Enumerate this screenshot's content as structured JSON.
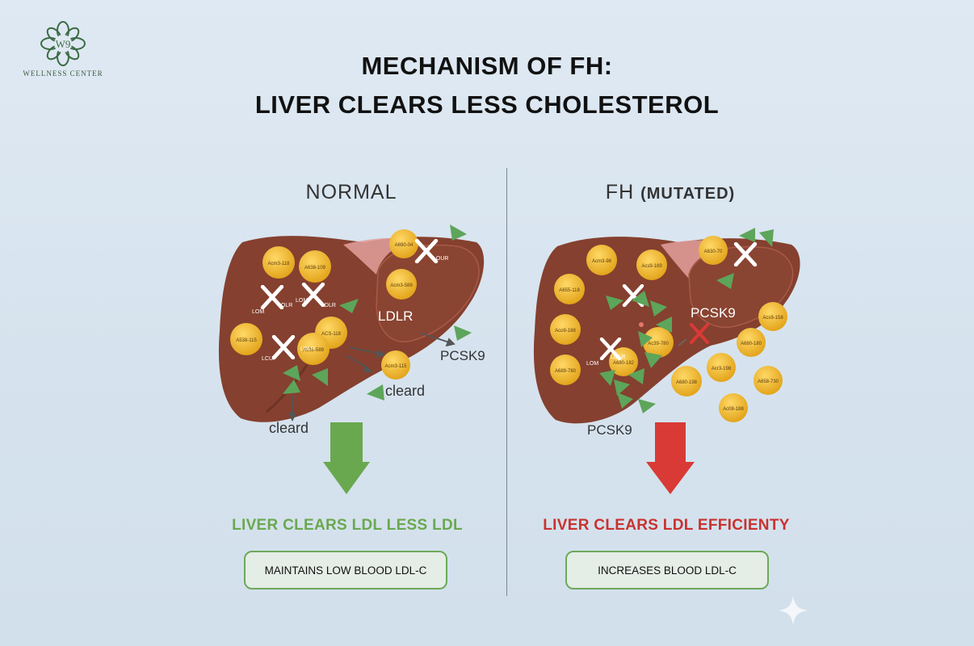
{
  "logo": {
    "mark": "W9",
    "text": "WELLNESS CENTER"
  },
  "title": {
    "line1": "MECHANISM OF FH:",
    "line2": "LIVER CLEARS LESS CHOLESTEROL"
  },
  "normal": {
    "heading": "NORMAL",
    "labels": {
      "ldlr": "LDLR",
      "pcsk9": "PCSK9",
      "cleard_right": "cleard",
      "cleard_bottom": "cleard"
    },
    "receptor_labels": [
      "LOM",
      "LOLR",
      "LOMI",
      "LDLR",
      "LCUP",
      "LDLR",
      "LOUR"
    ],
    "particles": [
      "Acm3-118",
      "A638-109",
      "Acm3-589",
      "A538-115",
      "ACS-118",
      "A638-589",
      "A690-04",
      "Acm3-115"
    ],
    "result": "LIVER CLEARS LDL LESS LDL",
    "box": "MAINTAINS LOW BLOOD LDL-C",
    "arrow_color": "#6aa84f",
    "result_color": "#6aa84f"
  },
  "fh": {
    "heading": "FH",
    "heading_suffix": "(MUTATED)",
    "labels": {
      "pcsk9_liver": "PCSK9",
      "pcsk9_bottom": "PCSK9"
    },
    "receptor_labels": [
      "LOM",
      "LOLR"
    ],
    "particles": [
      "Acm3-98",
      "Acs9-189",
      "A655-118",
      "A630-70",
      "Acs9-158",
      "Aco9-188",
      "Ac39-780",
      "A689-780",
      "A680-180",
      "Acr3-198",
      "A680-198",
      "A658-730",
      "A680-182",
      "Ac08-188"
    ],
    "result": "LIVER CLEARS LDL EFFICIENTY",
    "box": "INCREASES BLOOD LDL-C",
    "arrow_color": "#d93a36",
    "result_color": "#c9322f"
  },
  "colors": {
    "liver": "#85402f",
    "liver_highlight": "#e8a7a3",
    "particle": "#f2be2c",
    "triangle": "#5da55a",
    "x_mark": "#d93a36"
  }
}
